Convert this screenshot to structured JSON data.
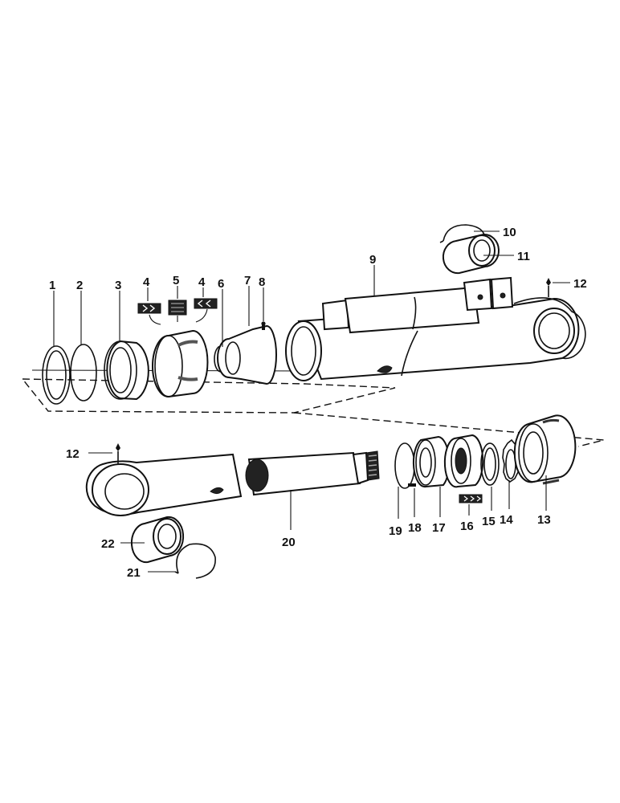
{
  "labels": {
    "l1": "1",
    "l2": "2",
    "l3": "3",
    "l4a": "4",
    "l5": "5",
    "l4b": "4",
    "l6": "6",
    "l7": "7",
    "l8": "8",
    "l9": "9",
    "l10": "10",
    "l11": "11",
    "l12a": "12",
    "l12b": "12",
    "l13": "13",
    "l14": "14",
    "l15": "15",
    "l16": "16",
    "l17": "17",
    "l18": "18",
    "l19": "19",
    "l20": "20",
    "l21": "21",
    "l22": "22"
  }
}
